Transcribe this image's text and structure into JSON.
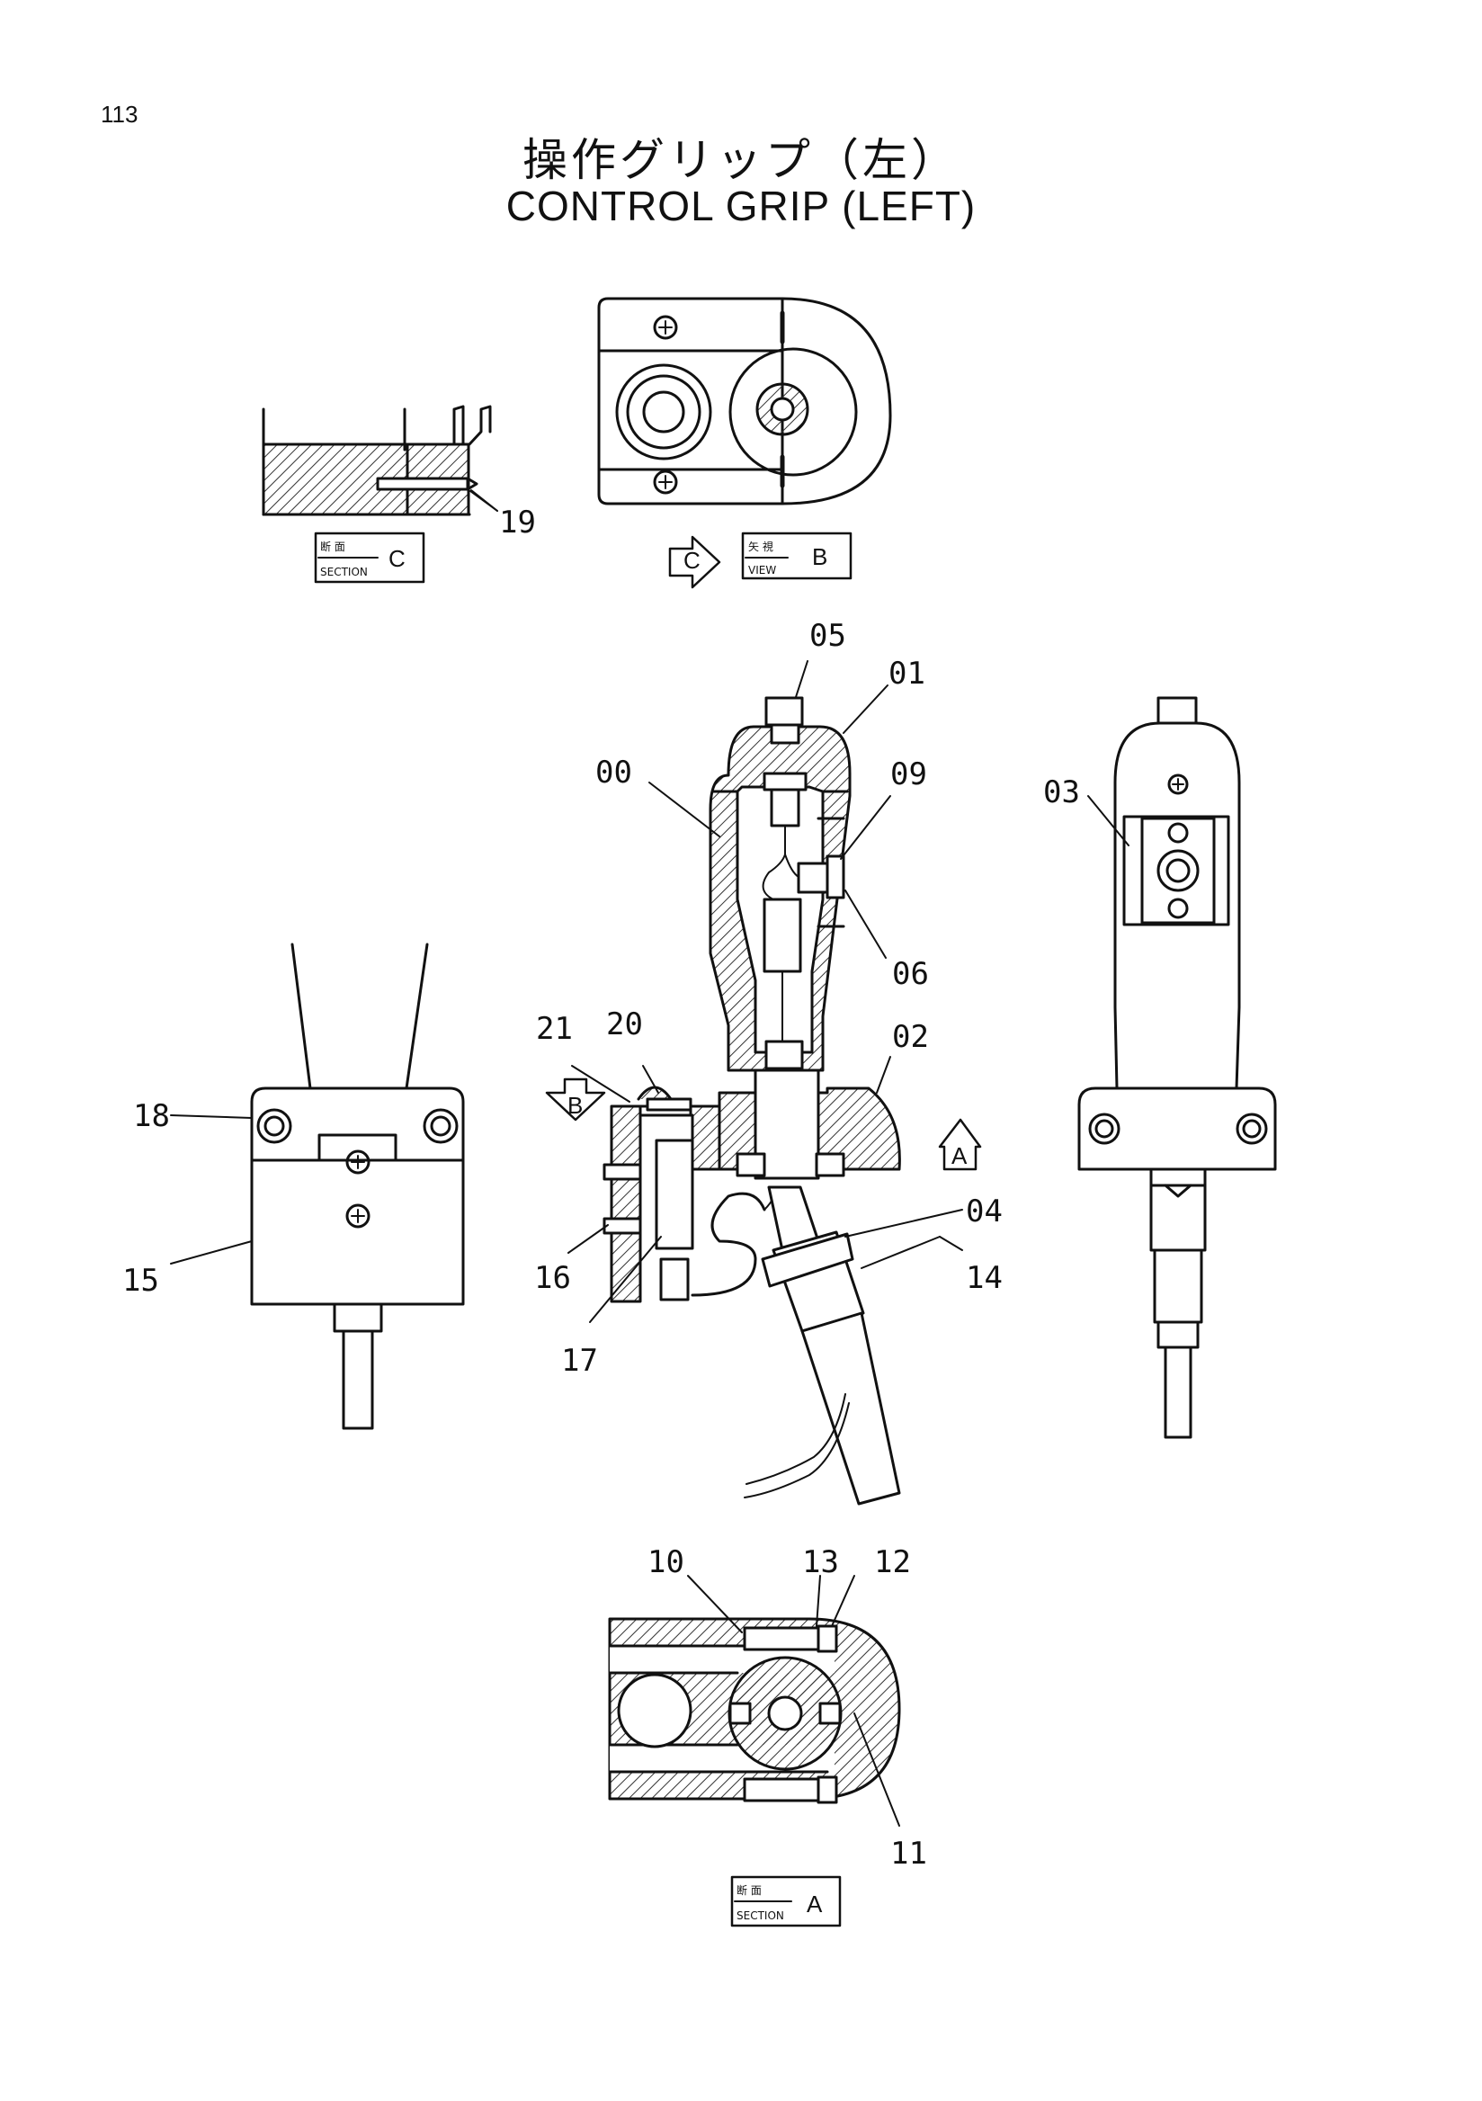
{
  "page_number": "113",
  "title_jp": "操作グリップ（左）",
  "title_en": "CONTROL GRIP (LEFT)",
  "view_tags": {
    "section_c": {
      "jp": "断 面",
      "en": "SECTION",
      "letter": "C"
    },
    "view_b": {
      "jp": "矢 視",
      "en": "VIEW",
      "letter": "B"
    },
    "section_a": {
      "jp": "断 面",
      "en": "SECTION",
      "letter": "A"
    }
  },
  "arrows": {
    "c": "C",
    "b": "B",
    "a": "A"
  },
  "part_labels": {
    "p00": "00",
    "p01": "01",
    "p02": "02",
    "p03": "03",
    "p04": "04",
    "p05": "05",
    "p06": "06",
    "p09": "09",
    "p10": "10",
    "p11": "11",
    "p12": "12",
    "p13": "13",
    "p14": "14",
    "p15": "15",
    "p16": "16",
    "p17": "17",
    "p18": "18",
    "p19": "19",
    "p20": "20",
    "p21": "21"
  }
}
